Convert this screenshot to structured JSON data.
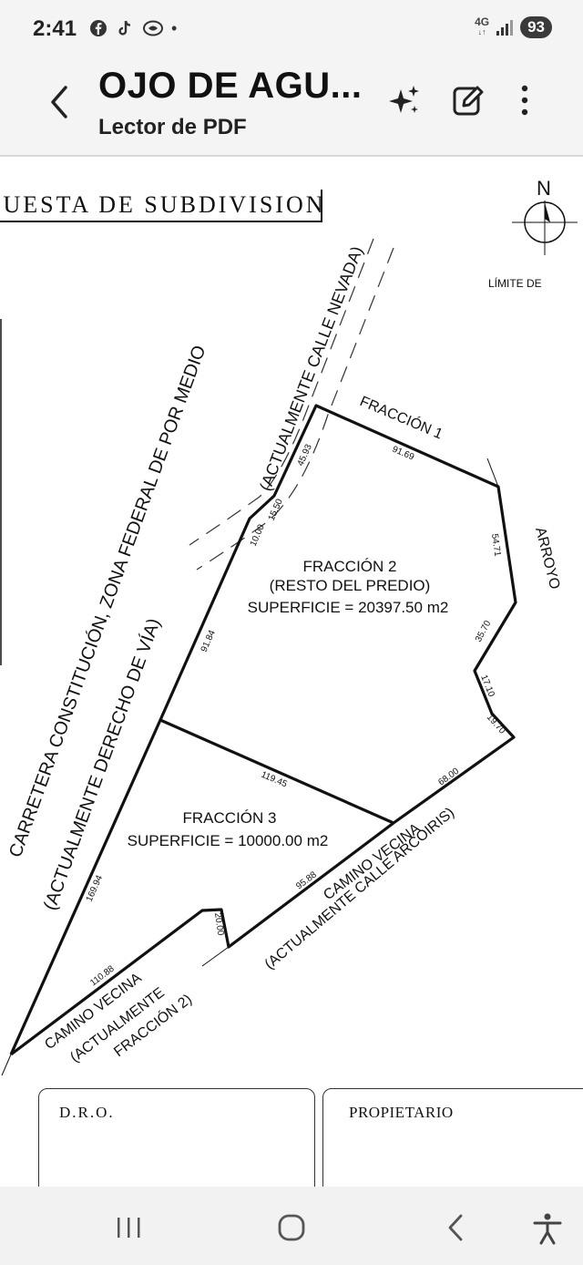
{
  "status_bar": {
    "time": "2:41",
    "network": "4G",
    "battery": "93"
  },
  "app_bar": {
    "title": "OJO DE AGU...",
    "subtitle": "Lector de PDF"
  },
  "document": {
    "title_fragment": "PUESTA DE SUBDIVISION",
    "north": "N",
    "limit_label": "LÍMITE DE",
    "road_left": "CARRETERA CONSTITUCIÓN, ZONA FEDERAL DE POR MEDIO",
    "road_left_current": "(ACTUALMENTE DERECHO DE VÍA)",
    "street_top": "(ACTUALMENTE CALLE NEVADA)",
    "fraction1": "FRACCIÓN 1",
    "arroyo": "ARROYO",
    "fraction2_title": "FRACCIÓN 2",
    "fraction2_sub": "(RESTO DEL PREDIO)",
    "fraction2_area": "SUPERFICIE = 20397.50 m2",
    "fraction3_title": "FRACCIÓN 3",
    "fraction3_area": "SUPERFICIE = 10000.00 m2",
    "camino_right": "CAMINO VECINA",
    "camino_right_current": "(ACTUALMENTE CALLE ARCOIRIS)",
    "camino_left": "CAMINO VECINA",
    "camino_left_current1": "(ACTUALMENTE",
    "camino_left_current2": "FRACCIÓN 2)",
    "dims": {
      "d1": "91.69",
      "d2": "54.71",
      "d3": "35.70",
      "d4": "17.10",
      "d5": "19.70",
      "d6": "68.00",
      "d7": "95.88",
      "d8": "20.00",
      "d9": "110.88",
      "d10": "169.94",
      "d11": "91.84",
      "d12": "10.00",
      "d13": "15.50",
      "d14": "45.93",
      "d15": "119.45"
    },
    "dro_label": "D.R.O.",
    "owner_label": "PROPIETARIO"
  }
}
